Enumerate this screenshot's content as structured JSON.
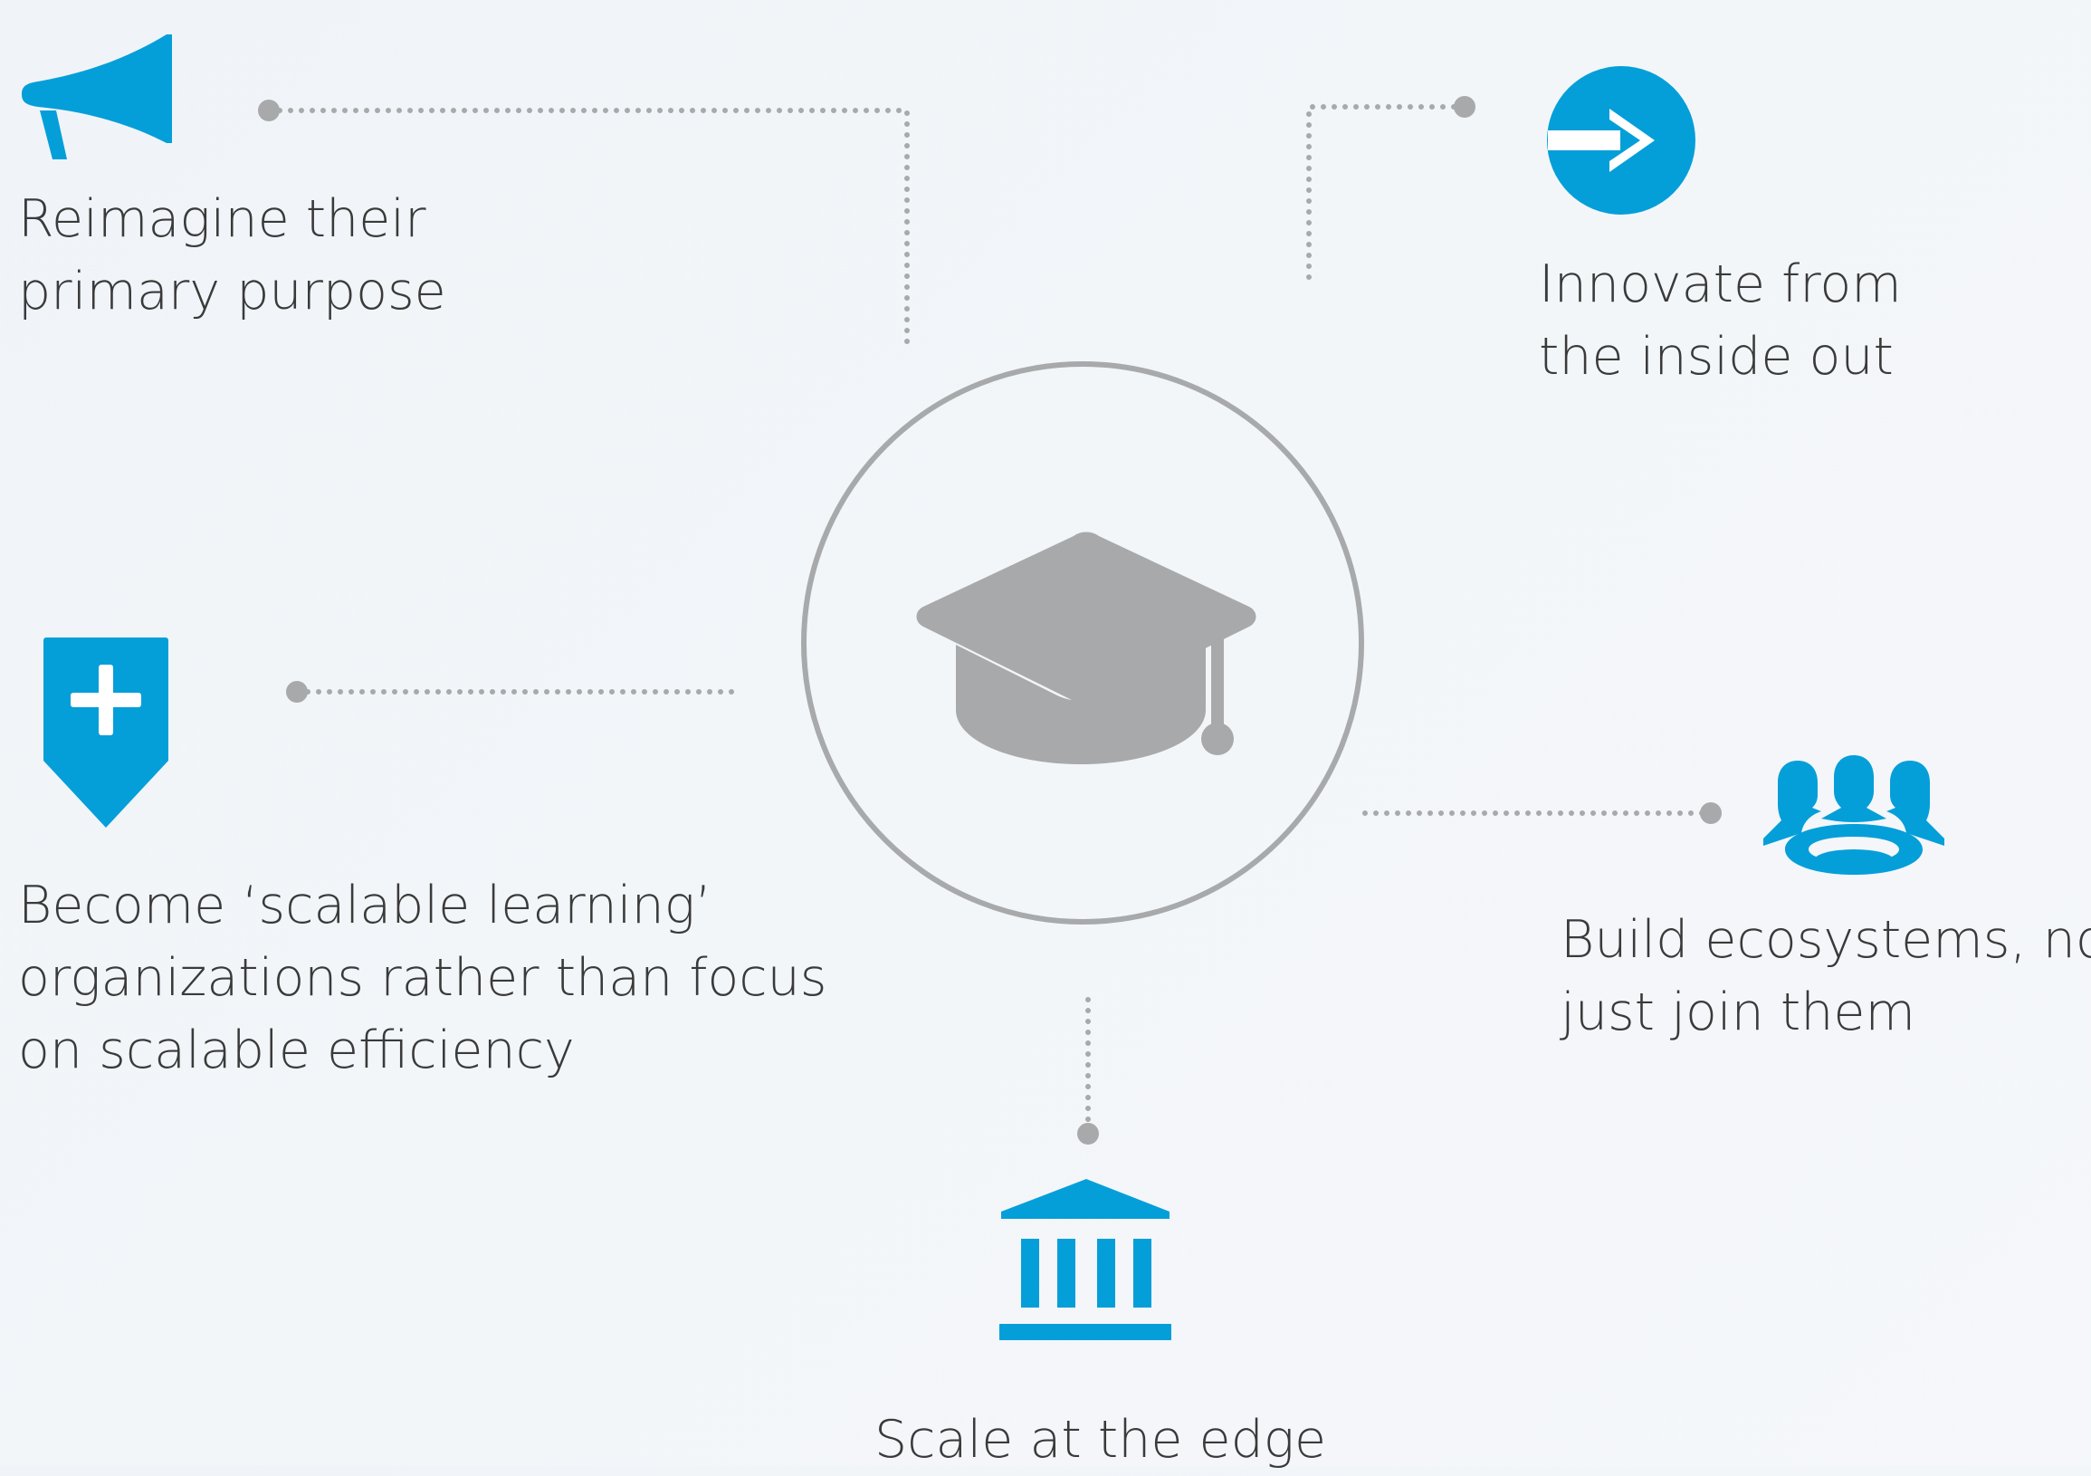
{
  "colors": {
    "accent": "#049fd9",
    "center_icon": "#a8a9ab",
    "connector": "#a8a9ab",
    "text": "#3a3a3a",
    "background": "#f3f6f9"
  },
  "center": {
    "icon": "graduation-cap-icon"
  },
  "items": [
    {
      "id": "reimagine",
      "icon": "megaphone-icon",
      "lines": [
        "Reimagine their",
        "primary purpose"
      ]
    },
    {
      "id": "innovate",
      "icon": "arrow-circle-icon",
      "lines": [
        "Innovate from",
        "the inside out"
      ]
    },
    {
      "id": "scalable-learning",
      "icon": "shield-plus-icon",
      "lines": [
        "Become ‘scalable learning’",
        "organizations rather than focus",
        "on scalable efficiency"
      ]
    },
    {
      "id": "ecosystems",
      "icon": "group-icon",
      "lines": [
        "Build ecosystems, not",
        "just join them"
      ]
    },
    {
      "id": "scale-edge",
      "icon": "institution-icon",
      "lines": [
        "Scale at the edge"
      ]
    }
  ]
}
